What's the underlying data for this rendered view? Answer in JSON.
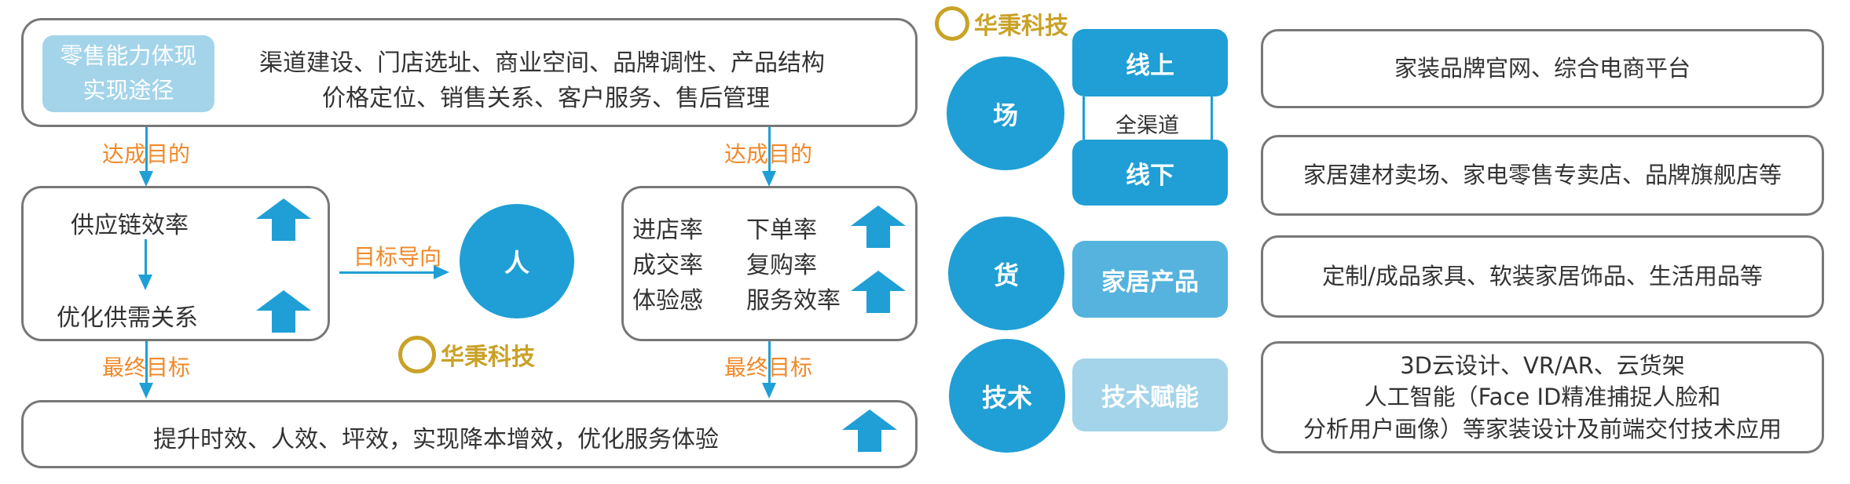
{
  "left": {
    "label_box": [
      "零售能力体现",
      "实现途径"
    ],
    "top_lines": [
      "渠道建设、门店选址、商业空间、品牌调性、产品结构",
      "价格定位、销售关系、客户服务、售后管理"
    ],
    "arrow_label_achieve": "达成目的",
    "arrow_label_final": "最终目标",
    "supply": {
      "item1": "供应链效率",
      "item2": "优化供需关系"
    },
    "goal_label": "目标导向",
    "center": "人",
    "metrics": [
      "进店率",
      "下单率",
      "成交率",
      "复购率",
      "体验感",
      "服务效率"
    ],
    "bottom": "提升时效、人效、坪效，实现降本增效，优化服务体验"
  },
  "logo": "华秉科技",
  "right": {
    "field": "场",
    "online": "线上",
    "offline": "线下",
    "omni": "全渠道",
    "goods": "货",
    "goods_label": "家居产品",
    "tech": "技术",
    "tech_label": "技术赋能",
    "online_desc": "家装品牌官网、综合电商平台",
    "offline_desc": "家居建材卖场、家电零售专卖店、品牌旗舰店等",
    "goods_desc": "定制/成品家具、软装家居饰品、生活用品等",
    "tech_desc": [
      "3D云设计、VR/AR、云货架",
      "人工智能（Face ID精准捕捉人脸和",
      "分析用户画像）等家装设计及前端交付技术应用"
    ]
  },
  "colors": {
    "blue": "#1f9fd5",
    "orange": "#f0892a",
    "light_blue": "#a3d4ea",
    "mid_blue": "#55b3de"
  }
}
